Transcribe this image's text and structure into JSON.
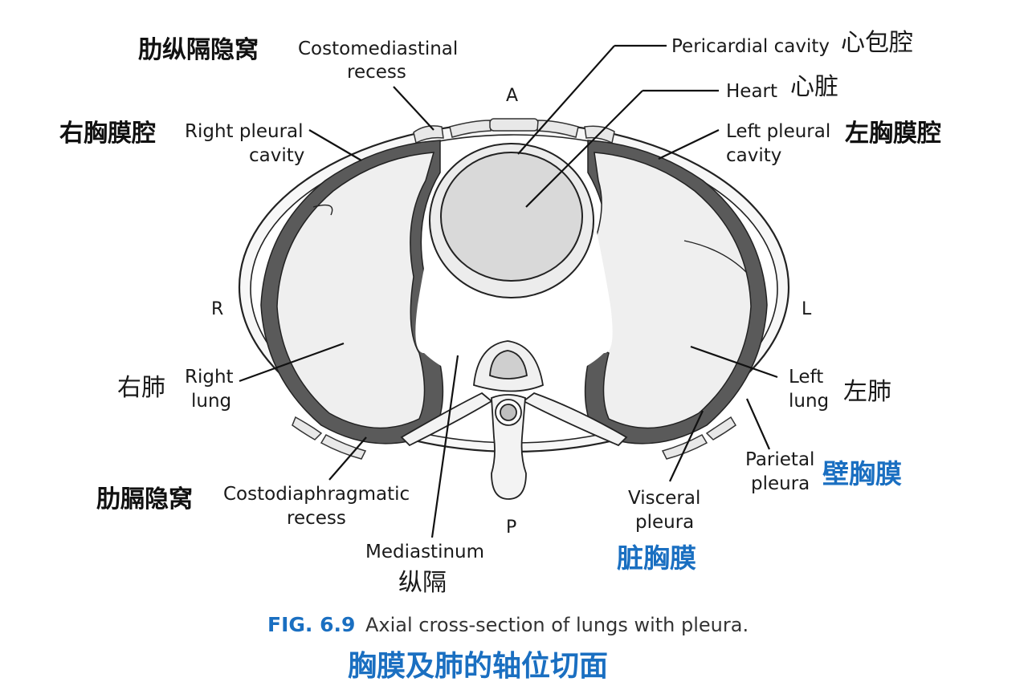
{
  "labels": {
    "costomediastinal_cn": "肋纵隔隐窝",
    "costomediastinal_en_1": "Costomediastinal",
    "costomediastinal_en_2": "recess",
    "pericardial_en": "Pericardial cavity",
    "pericardial_cn": "心包腔",
    "heart_en": "Heart",
    "heart_cn": "心脏",
    "right_pleural_cn": "右胸膜腔",
    "right_pleural_en_1": "Right pleural",
    "right_pleural_en_2": "cavity",
    "left_pleural_cn": "左胸膜腔",
    "left_pleural_en_1": "Left pleural",
    "left_pleural_en_2": "cavity",
    "right_lung_cn": "右肺",
    "right_lung_en_1": "Right",
    "right_lung_en_2": "lung",
    "left_lung_cn": "左肺",
    "left_lung_en_1": "Left",
    "left_lung_en_2": "lung",
    "parietal_en_1": "Parietal",
    "parietal_en_2": "pleura",
    "parietal_cn": "壁胸膜",
    "visceral_en_1": "Visceral",
    "visceral_en_2": "pleura",
    "visceral_cn": "脏胸膜",
    "costodiaphragmatic_cn": "肋膈隐窝",
    "costodiaphragmatic_en_1": "Costodiaphragmatic",
    "costodiaphragmatic_en_2": "recess",
    "mediastinum_en": "Mediastinum",
    "mediastinum_cn": "纵隔"
  },
  "orientation": {
    "anterior": "A",
    "posterior": "P",
    "right": "R",
    "left": "L"
  },
  "caption": {
    "number": "FIG. 6.9",
    "text": "Axial cross-section of lungs with pleura.",
    "chinese": "胸膜及肺的轴位切面"
  },
  "colors": {
    "accent_blue": "#1a6fc1",
    "pleural_dark": "#5a5a5a",
    "lung_fill": "#efefef",
    "heart_fill": "#d9d9d9"
  }
}
